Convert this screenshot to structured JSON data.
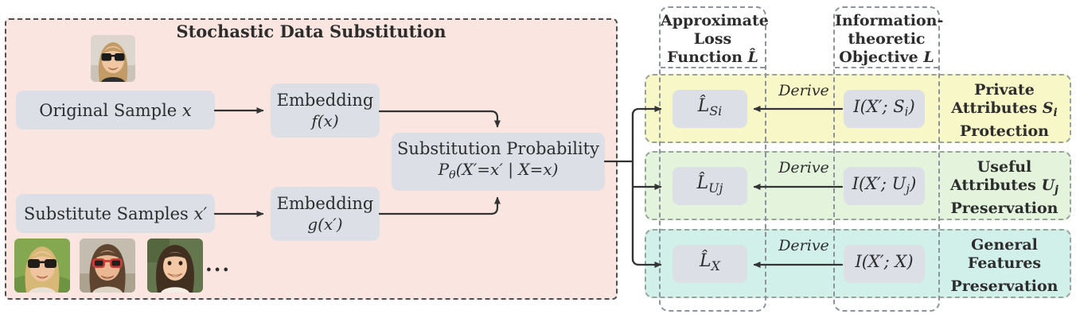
{
  "panel": {
    "title": "Stochastic Data Substitution"
  },
  "boxes": {
    "original_sample": {
      "pre": "Original Sample ",
      "var": "x"
    },
    "substitute_samples": {
      "pre": "Substitute Samples ",
      "var": "x′"
    },
    "embedding_f": {
      "line1": "Embedding",
      "line2": "f(x)"
    },
    "embedding_g": {
      "line1": "Embedding",
      "line2": "g(x′)"
    },
    "substitution": {
      "line1": "Substitution Probability",
      "p_main": "P",
      "p_sub": "θ",
      "p_rest": "(X′=x′ | X=x)"
    }
  },
  "photos": {
    "ellipsis": "...",
    "original": "woman-with-sunglasses-photo",
    "substitutes": [
      "blonde-woman-sunglasses-photo",
      "man-red-sunglasses-photo",
      "smiling-woman-photo"
    ]
  },
  "columns": {
    "loss": {
      "line1": "Approximate",
      "line2": "Loss",
      "line3_pre": "Function ",
      "line3_var": "L̂"
    },
    "objective": {
      "line1": "Information-",
      "line2": "theoretic",
      "line3_pre": "Objective ",
      "line3_var": "L"
    }
  },
  "rows": [
    {
      "bg": "#f8f7c8",
      "loss_main": "L̂",
      "loss_sub": "Si",
      "derive": "Derive",
      "obj_pre": "I(X′; S",
      "obj_sub": "i",
      "obj_post": ")",
      "label1": "Private",
      "label2_pre": "Attributes ",
      "label2_var": "S",
      "label2_sub": "i",
      "label3": "Protection"
    },
    {
      "bg": "#e3f3dc",
      "loss_main": "L̂",
      "loss_sub": "Uj",
      "derive": "Derive",
      "obj_pre": "I(X′; U",
      "obj_sub": "j",
      "obj_post": ")",
      "label1": "Useful",
      "label2_pre": "Attributes ",
      "label2_var": "U",
      "label2_sub": "j",
      "label3": "Preservation"
    },
    {
      "bg": "#d2f0ea",
      "loss_main": "L̂",
      "loss_sub": "X",
      "derive": "Derive",
      "obj_pre": "I(X′; X)",
      "obj_sub": "",
      "obj_post": "",
      "label1": "General",
      "label2_pre": "Features",
      "label2_var": "",
      "label2_sub": "",
      "label3": "Preservation"
    }
  ],
  "colors": {
    "panel_bg": "#fbe5e0",
    "box_bg": "#dcdfe6",
    "row_private_bg": "#f8f7c8",
    "row_useful_bg": "#e3f3dc",
    "row_general_bg": "#d2f0ea",
    "arrow": "#333333",
    "text": "#2d2d2d"
  }
}
